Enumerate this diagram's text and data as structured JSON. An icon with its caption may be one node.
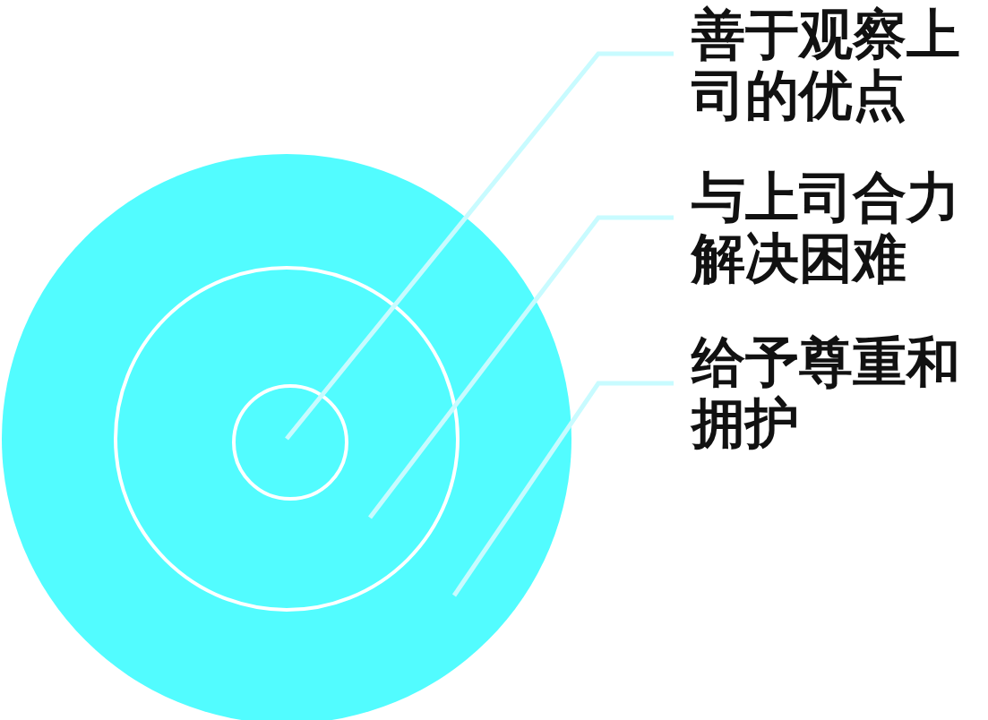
{
  "diagram": {
    "nodes": [
      {
        "text": [],
        "shape": "circle"
      },
      {
        "text": [],
        "shape": "circle",
        "in": 0
      },
      {
        "text": [],
        "shape": "circle",
        "in": 1
      },
      {
        "text": [
          "善于观察上司的优点"
        ]
      },
      {
        "text": [
          "与上司合力解决困难"
        ]
      },
      {
        "text": [
          "给予尊重和拥护"
        ]
      }
    ],
    "edges": [
      {
        "from": 3,
        "to": 2,
        "arrow": "none"
      },
      {
        "from": 4,
        "to": 1,
        "arrow": "none"
      },
      {
        "from": 5,
        "to": 0,
        "arrow": "none"
      }
    ]
  }
}
